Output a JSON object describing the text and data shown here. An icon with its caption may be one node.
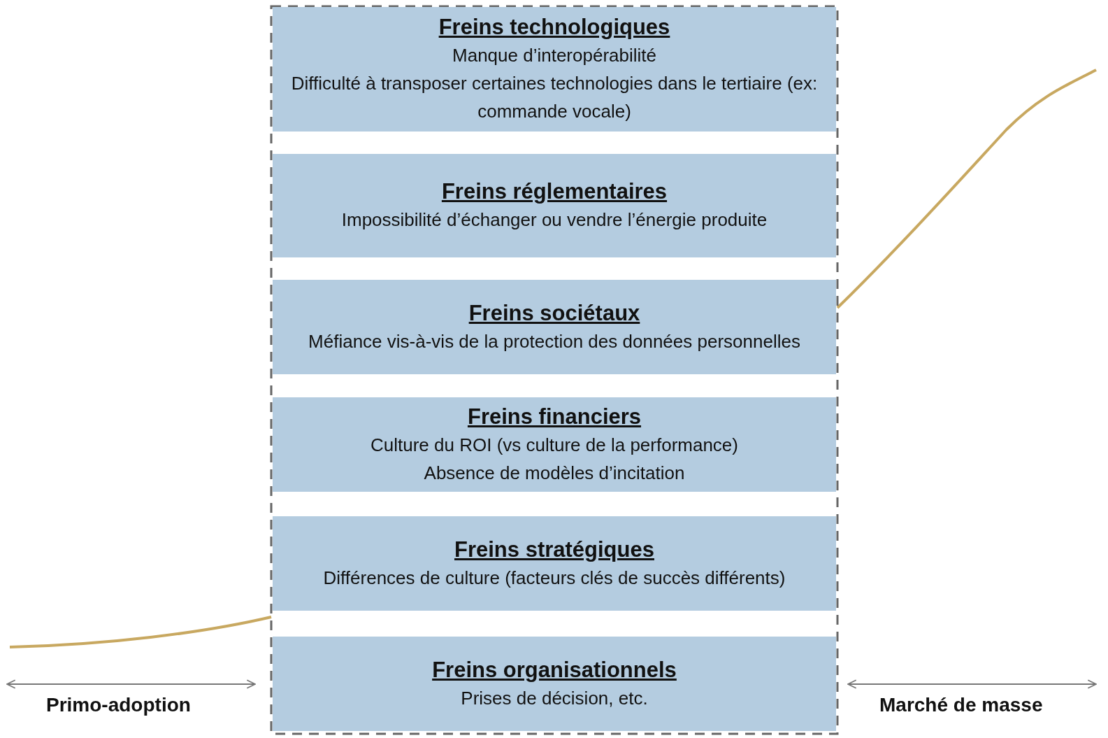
{
  "diagram": {
    "nodes": [
      {
        "text": [
          "Freins technologiques",
          "Manque d’interopérabilité",
          "Difficulté à transposer certaines technologies dans le tertiaire (ex: commande vocale)"
        ]
      },
      {
        "text": [
          "Freins réglementaires",
          "Impossibilité d’échanger ou vendre l’énergie produite"
        ]
      },
      {
        "text": [
          "Freins sociétaux",
          "Méfiance vis-à-vis de la protection des données personnelles"
        ]
      },
      {
        "text": [
          "Freins financiers",
          "Culture du ROI (vs culture de la performance)",
          "Absence de modèles d’incitation"
        ]
      },
      {
        "text": [
          "Freins stratégiques",
          "Différences de culture (facteurs clés de succès différents)"
        ]
      },
      {
        "text": [
          "Freins organisationnels",
          "Prises de décision, etc."
        ]
      }
    ],
    "labels": [
      "Primo-adoption",
      "Marché de masse"
    ]
  }
}
